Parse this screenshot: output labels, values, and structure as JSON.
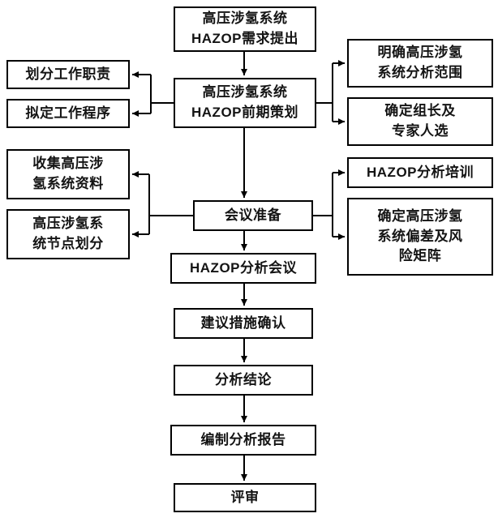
{
  "flowchart": {
    "description": "HAZOP analysis workflow for high-pressure hydrogen system",
    "nodes": {
      "demand": "高压涉氢系统\nHAZOP需求提出",
      "planning": "高压涉氢系统\nHAZOP前期策划",
      "duties": "划分工作职责",
      "procedure": "拟定工作程序",
      "scope": "明确高压涉氢\n系统分析范围",
      "leader": "确定组长及\n专家人选",
      "collect": "收集高压涉\n氢系统资料",
      "node_division": "高压涉氢系\n统节点划分",
      "meeting_prep": "会议准备",
      "training": "HAZOP分析培训",
      "deviation": "确定高压涉氢\n系统偏差及风\n险矩阵",
      "meeting": "HAZOP分析会议",
      "measures": "建议措施确认",
      "conclusion": "分析结论",
      "report": "编制分析报告",
      "review": "评审"
    }
  }
}
